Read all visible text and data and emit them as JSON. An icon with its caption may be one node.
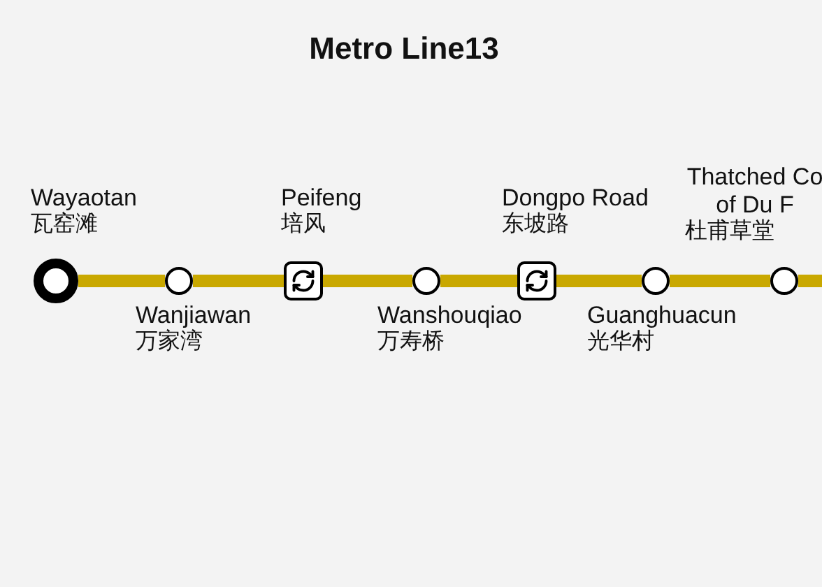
{
  "diagram": {
    "title": "Metro Line13",
    "nodes": [
      {
        "text": [],
        "shape": "ring",
        "beside": [
          "Wayaotan",
          "瓦窑滩"
        ]
      },
      {
        "text": [],
        "shape": "circle",
        "beside": [
          "Wanjiawan",
          "万家湾"
        ]
      },
      {
        "text": [],
        "shape": "box",
        "beside": [
          "Peifeng",
          "培风"
        ]
      },
      {
        "text": [],
        "shape": "circle",
        "beside": [
          "Wanshouqiao",
          "万寿桥"
        ]
      },
      {
        "text": [],
        "shape": "box",
        "beside": [
          "Dongpo Road",
          "东坡路"
        ]
      },
      {
        "text": [],
        "shape": "circle",
        "beside": [
          "Guanghuacun",
          "光华村"
        ]
      },
      {
        "text": [],
        "shape": "circle",
        "beside": [
          "Thatched Co of Du F",
          "杜甫草堂"
        ]
      }
    ],
    "edges": [
      {
        "from": 0,
        "to": 1,
        "arrow": "none",
        "color": "#c9a800"
      },
      {
        "from": 1,
        "to": 2,
        "arrow": "none",
        "color": "#c9a800"
      },
      {
        "from": 2,
        "to": 3,
        "arrow": "none",
        "color": "#c9a800"
      },
      {
        "from": 3,
        "to": 4,
        "arrow": "none",
        "color": "#c9a800"
      },
      {
        "from": 4,
        "to": 5,
        "arrow": "none",
        "color": "#c9a800"
      },
      {
        "from": 5,
        "to": 6,
        "arrow": "none",
        "color": "#c9a800"
      },
      {
        "from": 6,
        "to": null,
        "arrow": "none",
        "color": "#c9a800"
      }
    ]
  }
}
